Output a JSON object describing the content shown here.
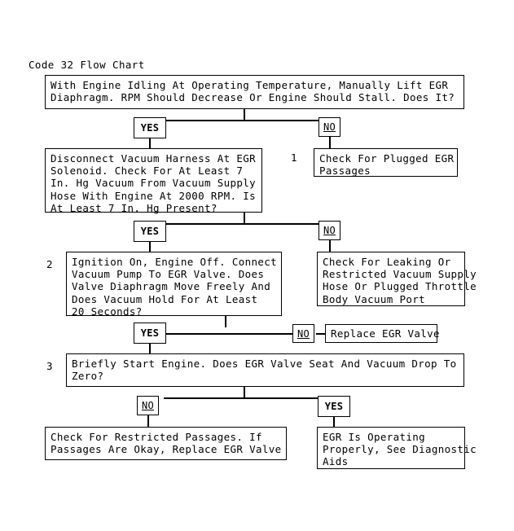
{
  "document": {
    "title": "Code 32 Flow Chart"
  },
  "nodes": {
    "q1": {
      "id": "q1",
      "text": "With Engine Idling At Operating Temperature, Manually Lift EGR\nDiaphragm. RPM Should Decrease Or Engine Should Stall. Does It?"
    },
    "q2": {
      "id": "q2",
      "text": "Disconnect Vacuum Harness At EGR\nSolenoid. Check For At Least 7\nIn. Hg Vacuum From Vacuum Supply\nHose With Engine At 2000 RPM. Is\nAt Least 7 In. Hg Present?"
    },
    "a1": {
      "id": "a1",
      "step": "1",
      "text": "Check For Plugged EGR\nPassages"
    },
    "q3": {
      "id": "q3",
      "step": "2",
      "text": "Ignition On, Engine Off. Connect\nVacuum Pump To EGR Valve. Does\nValve Diaphragm Move Freely And\nDoes Vacuum Hold For At Least\n20 Seconds?"
    },
    "a2": {
      "id": "a2",
      "text": "Check For Leaking Or\nRestricted Vacuum Supply\nHose Or Plugged Throttle\nBody Vacuum Port"
    },
    "a3": {
      "id": "a3",
      "text": "Replace EGR Valve"
    },
    "q4": {
      "id": "q4",
      "step": "3",
      "text": "Briefly Start Engine. Does EGR Valve Seat And Vacuum Drop To\nZero?"
    },
    "a4": {
      "id": "a4",
      "text": "Check For Restricted Passages. If\nPassages Are Okay, Replace EGR Valve"
    },
    "a5": {
      "id": "a5",
      "text": "EGR Is Operating\nProperly, See Diagnostic\nAids"
    }
  },
  "decisions": {
    "row1_yes": "YES",
    "row1_no": "NO",
    "row2_yes": "YES",
    "row2_no": "NO",
    "row3_yes": "YES",
    "row3_no": "NO",
    "row4_no": "NO",
    "row4_yes": "YES"
  },
  "colors": {
    "stroke": "#000000",
    "background": "#ffffff",
    "text": "#000000"
  }
}
